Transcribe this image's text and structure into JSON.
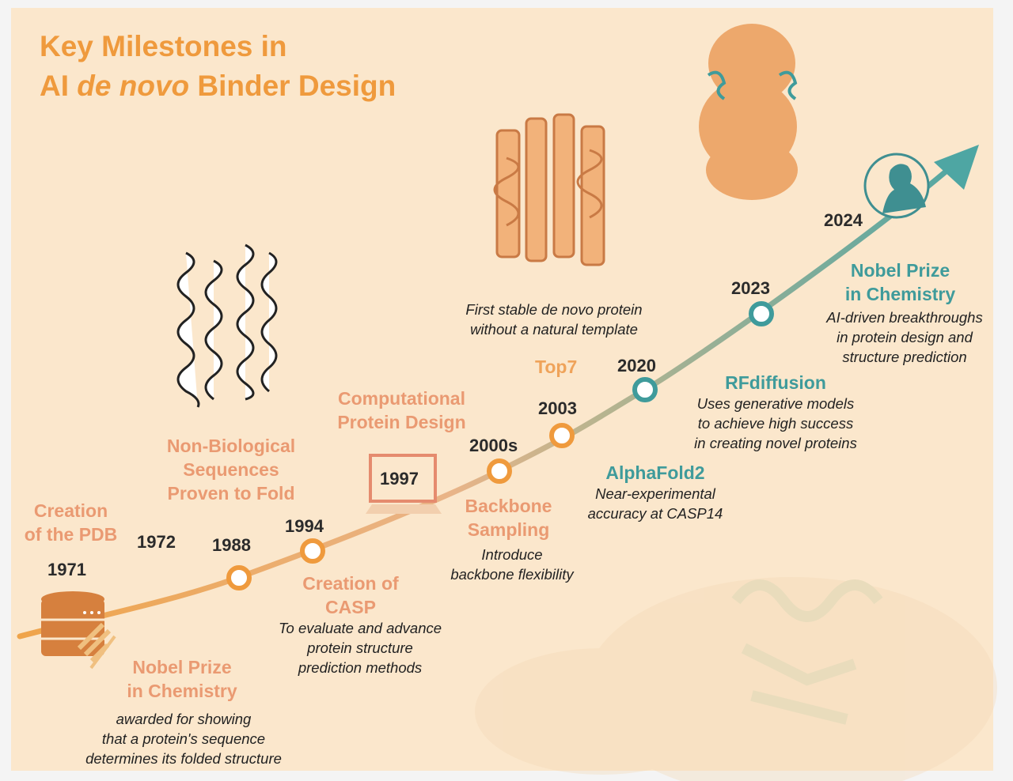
{
  "title": {
    "line1": "Key Milestones in",
    "line2_pre": "AI ",
    "line2_italic": "de novo",
    "line2_post": " Binder Design"
  },
  "colors": {
    "background": "#fbe7cc",
    "title": "#ef9a3d",
    "salmon": "#ea9a72",
    "teal": "#3f9b9b",
    "orange": "#efa35a"
  },
  "milestones": [
    {
      "year": "1971",
      "title": "Creation of the PDB",
      "title_l1": "Creation",
      "title_l2": "of the PDB"
    },
    {
      "year": "1972",
      "title_l1": "Nobel Prize",
      "title_l2": "in Chemistry",
      "desc_l1": "awarded for showing",
      "desc_l2": "that a protein's sequence",
      "desc_l3": "determines its folded structure"
    },
    {
      "year": "1988",
      "title_l1": "Non-Biological",
      "title_l2": "Sequences",
      "title_l3": "Proven to Fold"
    },
    {
      "year": "1994",
      "title_l1": "Creation of",
      "title_l2": "CASP",
      "desc_l1": "To evaluate and advance",
      "desc_l2": "protein structure",
      "desc_l3": "prediction methods"
    },
    {
      "year": "1997",
      "title_l1": "Computational",
      "title_l2": "Protein Design"
    },
    {
      "year": "2000s",
      "title_l1": "Backbone",
      "title_l2": "Sampling",
      "desc_l1": "Introduce",
      "desc_l2": "backbone flexibility"
    },
    {
      "year": "2003",
      "title_l1": "Top7",
      "desc_l1": "First stable de novo protein",
      "desc_l2": "without a natural template"
    },
    {
      "year": "2020",
      "title_l1": "AlphaFold2",
      "desc_l1": "Near-experimental",
      "desc_l2": "accuracy at CASP14"
    },
    {
      "year": "2023",
      "title_l1": "RFdiffusion",
      "desc_l1": "Uses generative models",
      "desc_l2": "to achieve high success",
      "desc_l3": "in creating novel proteins"
    },
    {
      "year": "2024",
      "title_l1": "Nobel Prize",
      "title_l2": "in Chemistry",
      "desc_l1": "AI-driven breakthroughs",
      "desc_l2": "in protein design and",
      "desc_l3": "structure prediction"
    }
  ]
}
